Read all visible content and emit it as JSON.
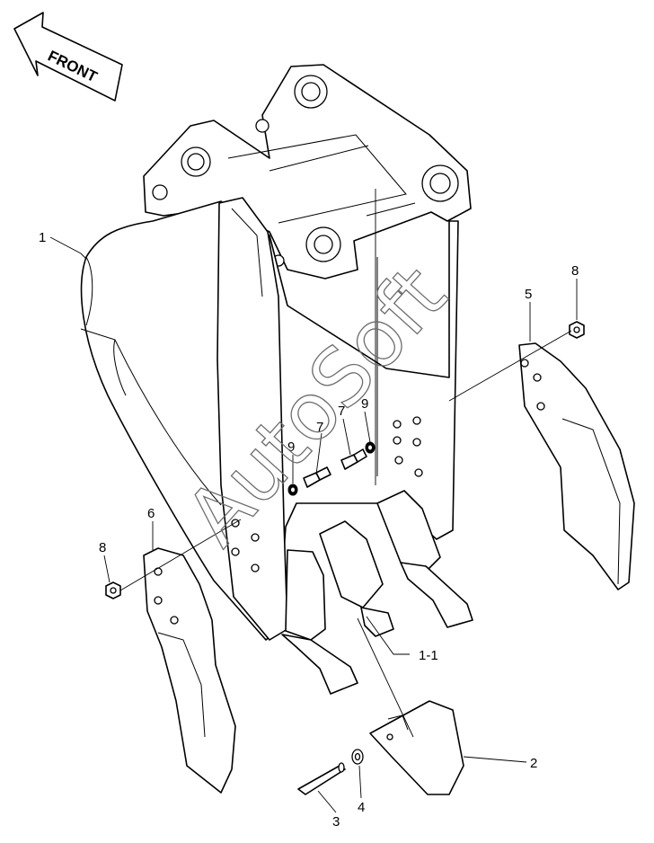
{
  "direction_label": "FRONT",
  "watermark": "AutoSoft",
  "callouts": [
    {
      "id": "c1",
      "label": "1"
    },
    {
      "id": "c1-1",
      "label": "1-1"
    },
    {
      "id": "c2",
      "label": "2"
    },
    {
      "id": "c3",
      "label": "3"
    },
    {
      "id": "c4",
      "label": "4"
    },
    {
      "id": "c5",
      "label": "5"
    },
    {
      "id": "c6",
      "label": "6"
    },
    {
      "id": "c7a",
      "label": "7"
    },
    {
      "id": "c7b",
      "label": "7"
    },
    {
      "id": "c8a",
      "label": "8"
    },
    {
      "id": "c8b",
      "label": "8"
    },
    {
      "id": "c9a",
      "label": "9"
    },
    {
      "id": "c9b",
      "label": "9"
    }
  ]
}
